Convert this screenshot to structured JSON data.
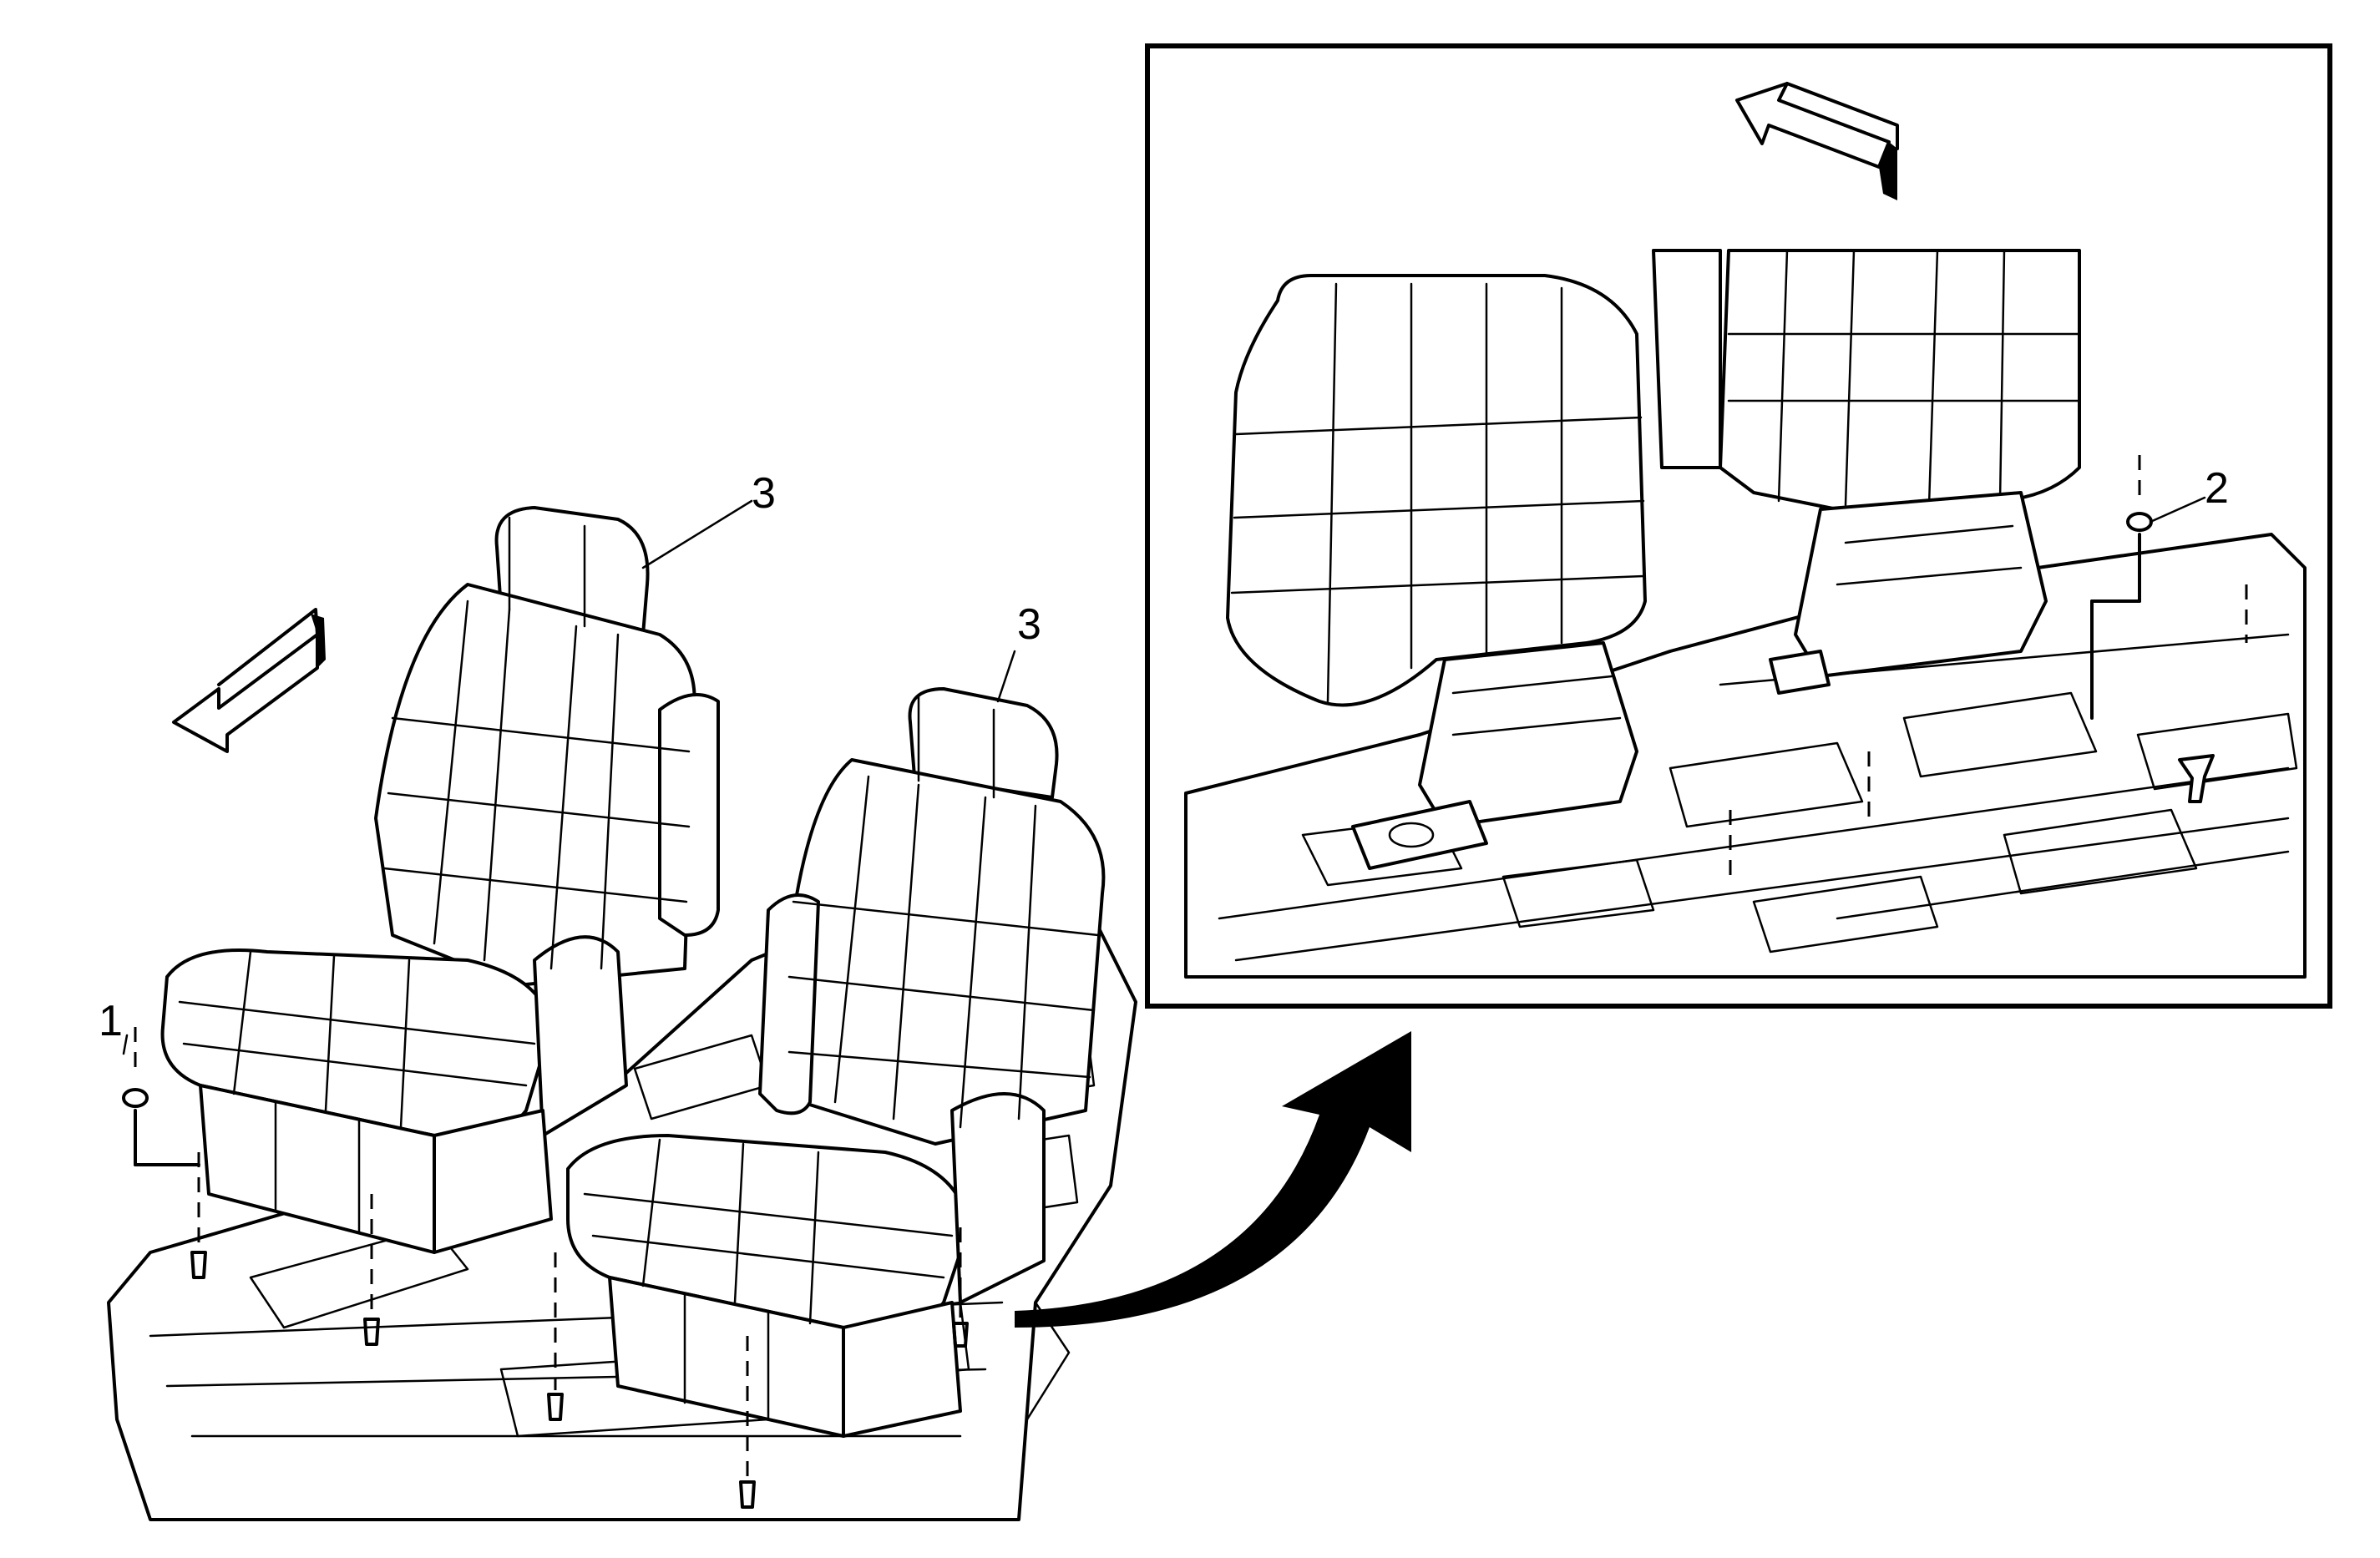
{
  "callouts": {
    "seat_fastener": "1",
    "inset_fastener": "2",
    "seat_left": "3",
    "seat_right": "3"
  },
  "icons": {
    "main_direction": "forward-arrow-icon",
    "inset_direction": "forward-arrow-icon",
    "zoom": "curved-arrow-icon"
  },
  "colors": {
    "line": "#000000",
    "background": "#ffffff"
  }
}
